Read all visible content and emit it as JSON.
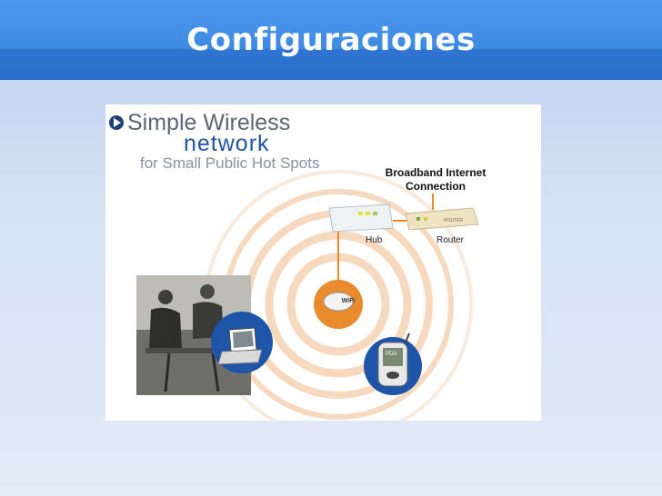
{
  "slide": {
    "title": "Configuraciones"
  },
  "figure": {
    "heading_line1": "Simple Wireless",
    "heading_line2": "network",
    "heading_line3": "for Small Public Hot Spots",
    "broadband_label": "Broadband Internet Connection",
    "hub_label": "Hub",
    "router_label": "Router",
    "wifi_badge": "WiFi",
    "router_device_text": "ROUTER",
    "pda_label": "PDA"
  },
  "colors": {
    "title_bar": "#3a86e0",
    "background": "#d4e2f3",
    "accent_orange": "#e98a2d",
    "accent_blue": "#1f55a8"
  },
  "icons": {
    "bullet": "play-circle-icon"
  }
}
